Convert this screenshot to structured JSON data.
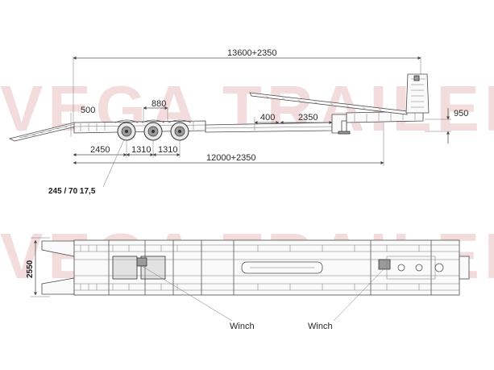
{
  "watermark": {
    "top": "VEGA TRAILER",
    "bottom": "VEGA TRAILER"
  },
  "side_view": {
    "overall_length": "13600+2350",
    "ramp_height": "500",
    "axle_gap_label": "880",
    "rear_overhang": "2450",
    "axle_spacing_1": "1310",
    "axle_spacing_2": "1310",
    "deck_step": "400",
    "gooseneck_length": "2350",
    "fifth_wheel_height": "950",
    "platform_length": "12000+2350",
    "tire_size": "245 / 70 17,5"
  },
  "top_view": {
    "overall_width": "2550",
    "winch_label_left": "Winch",
    "winch_label_right": "Winch"
  }
}
